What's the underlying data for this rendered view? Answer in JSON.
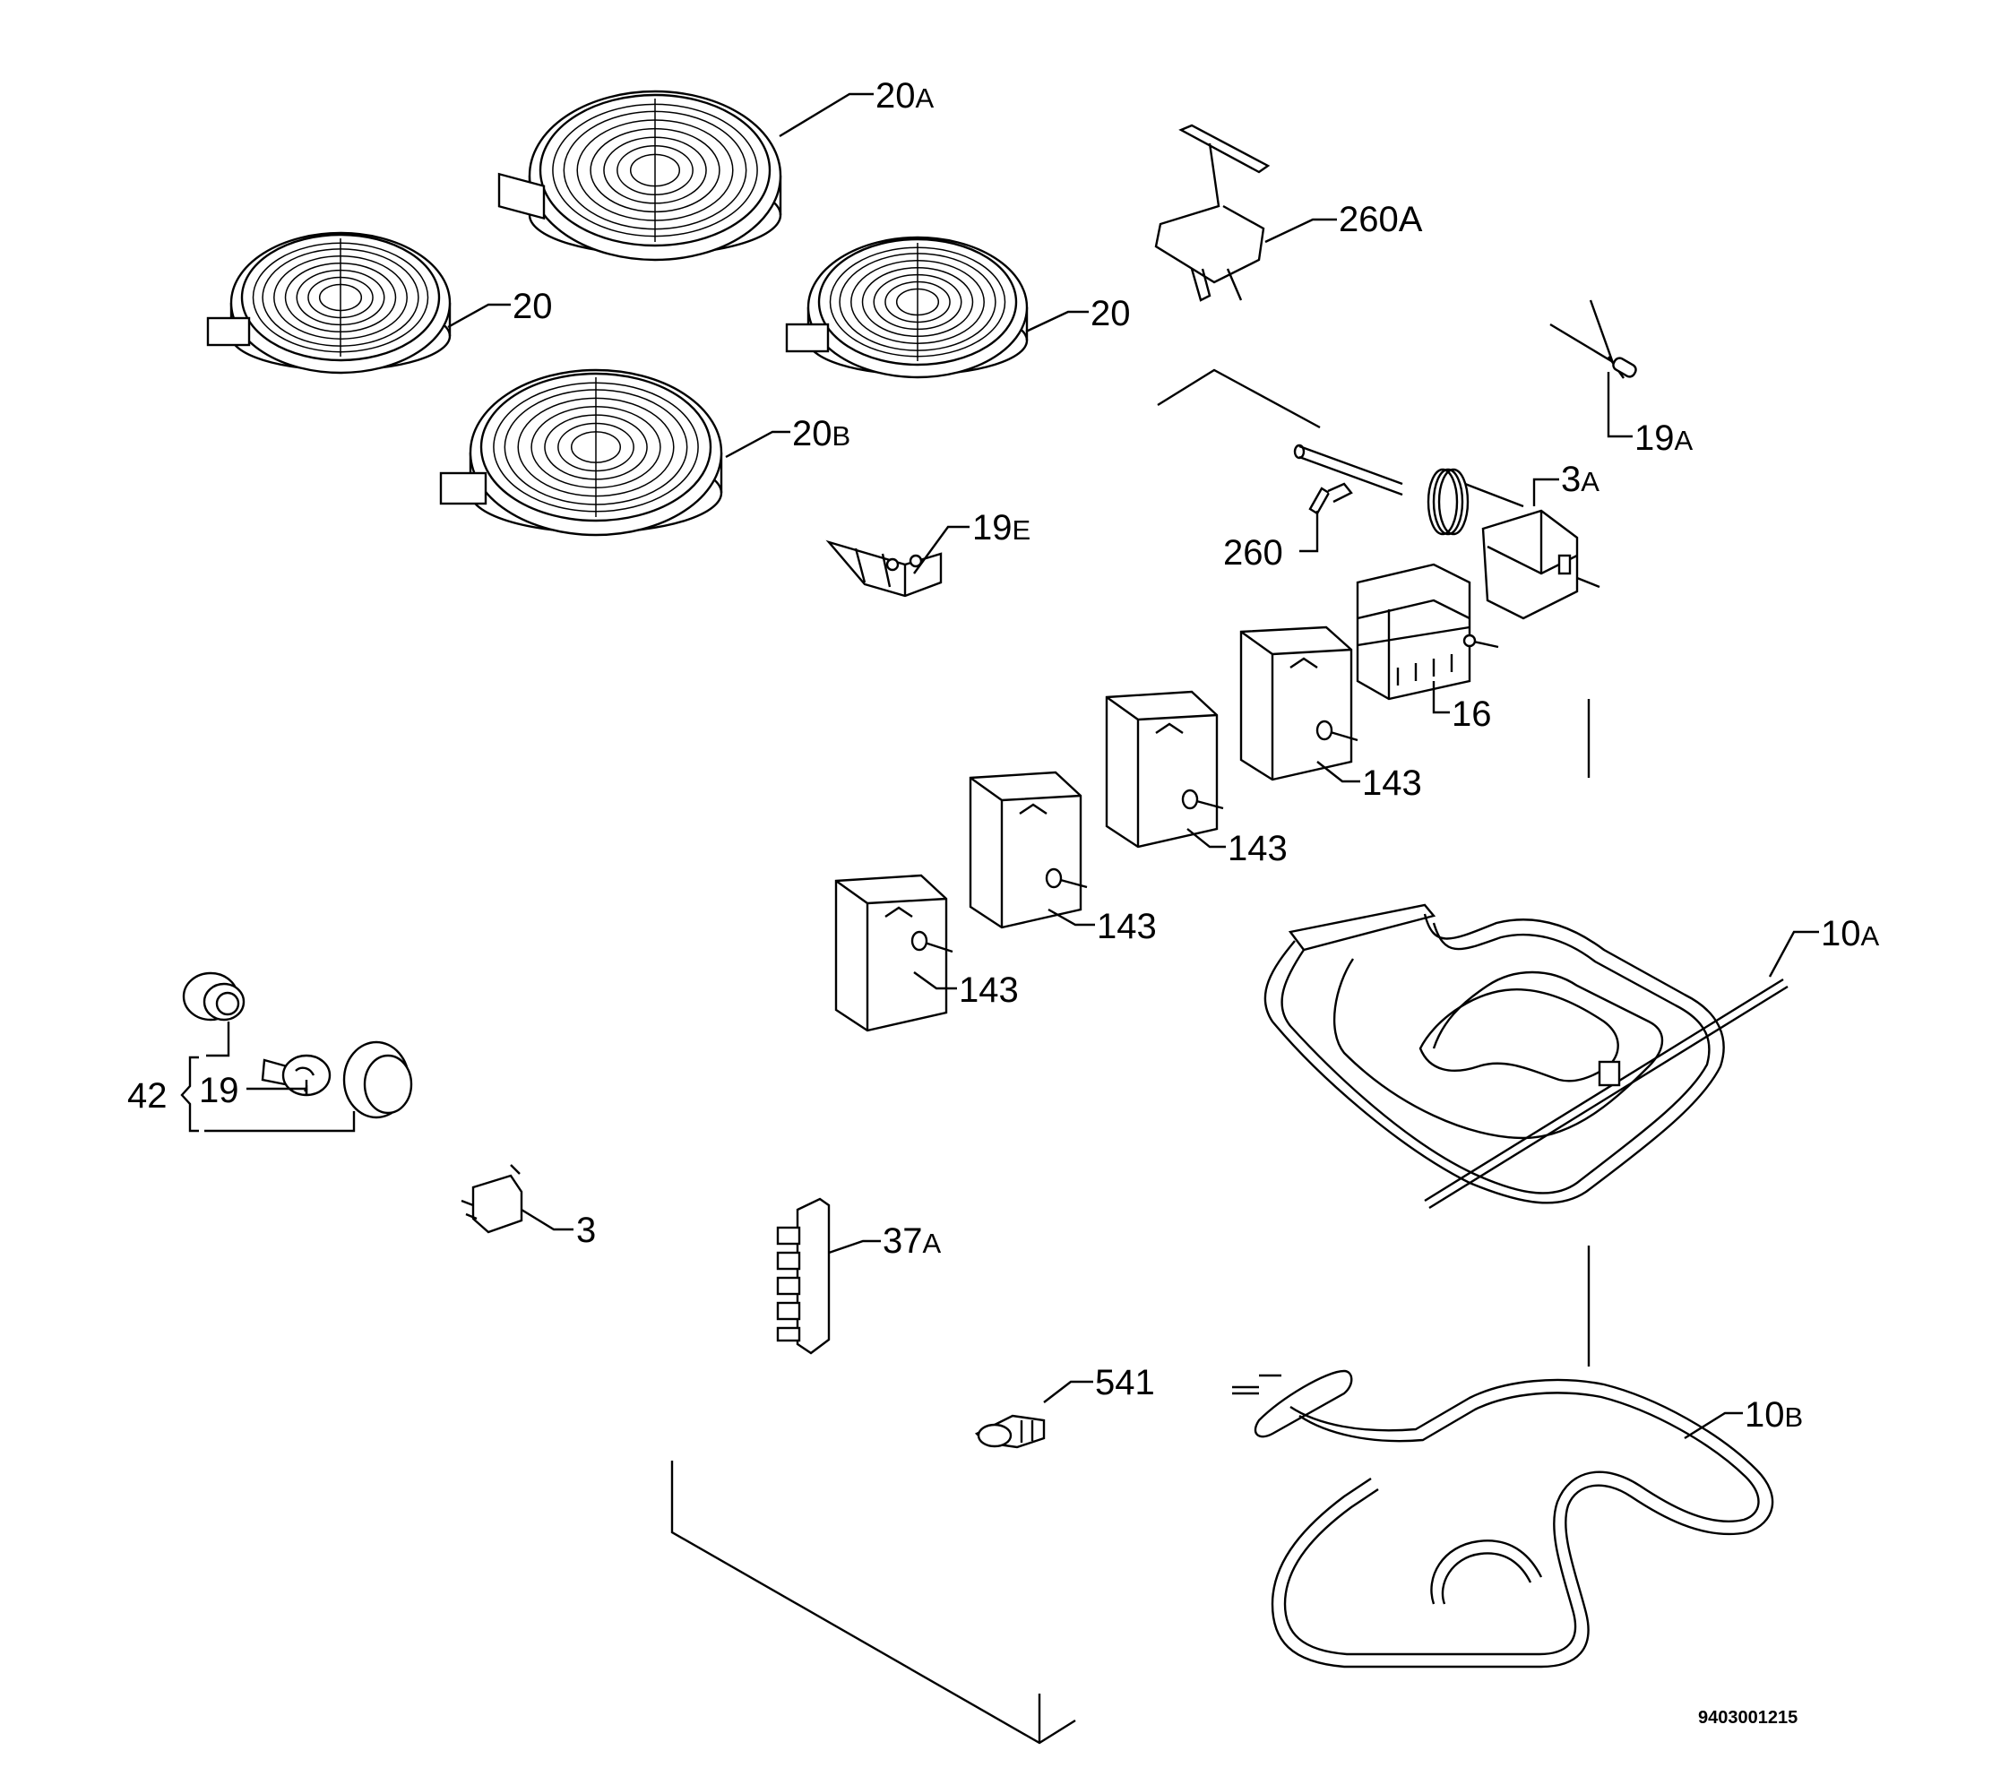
{
  "labels": {
    "hotplate_large": {
      "num": "20",
      "sub": "A"
    },
    "hotplate_left": {
      "num": "20",
      "sub": ""
    },
    "hotplate_right": {
      "num": "20",
      "sub": ""
    },
    "hotplate_front": {
      "num": "20",
      "sub": "B"
    },
    "bracket_top": {
      "num": "260",
      "sub": "A"
    },
    "sensor_19a": {
      "num": "19",
      "sub": "A"
    },
    "thermostat": {
      "num": "3",
      "sub": "A"
    },
    "clip_260": {
      "num": "260",
      "sub": ""
    },
    "indicator_19e": {
      "num": "19",
      "sub": "E"
    },
    "selector_switch": {
      "num": "16",
      "sub": ""
    },
    "regulator_1": {
      "num": "143",
      "sub": ""
    },
    "regulator_2": {
      "num": "143",
      "sub": ""
    },
    "regulator_3": {
      "num": "143",
      "sub": ""
    },
    "regulator_4": {
      "num": "143",
      "sub": ""
    },
    "element_top": {
      "num": "10",
      "sub": "A"
    },
    "lamp_set": {
      "num": "42",
      "sub": ""
    },
    "lamp_bulb": {
      "num": "19",
      "sub": ""
    },
    "switch_3": {
      "num": "3",
      "sub": ""
    },
    "terminal_block": {
      "num": "37",
      "sub": "A"
    },
    "connector_541": {
      "num": "541",
      "sub": ""
    },
    "element_bottom": {
      "num": "10",
      "sub": "B"
    }
  },
  "document_number": "9403001215"
}
